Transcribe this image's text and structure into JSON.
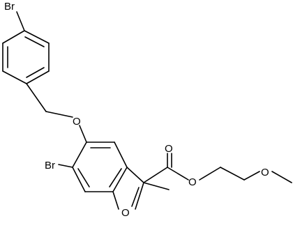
{
  "atoms": [
    {
      "id": "br1",
      "label": "Br"
    },
    {
      "id": "o1",
      "label": "O"
    },
    {
      "id": "br2",
      "label": "Br"
    },
    {
      "id": "o2",
      "label": "O"
    },
    {
      "id": "o3",
      "label": "O"
    },
    {
      "id": "o4",
      "label": "O"
    },
    {
      "id": "o5",
      "label": "O"
    }
  ]
}
